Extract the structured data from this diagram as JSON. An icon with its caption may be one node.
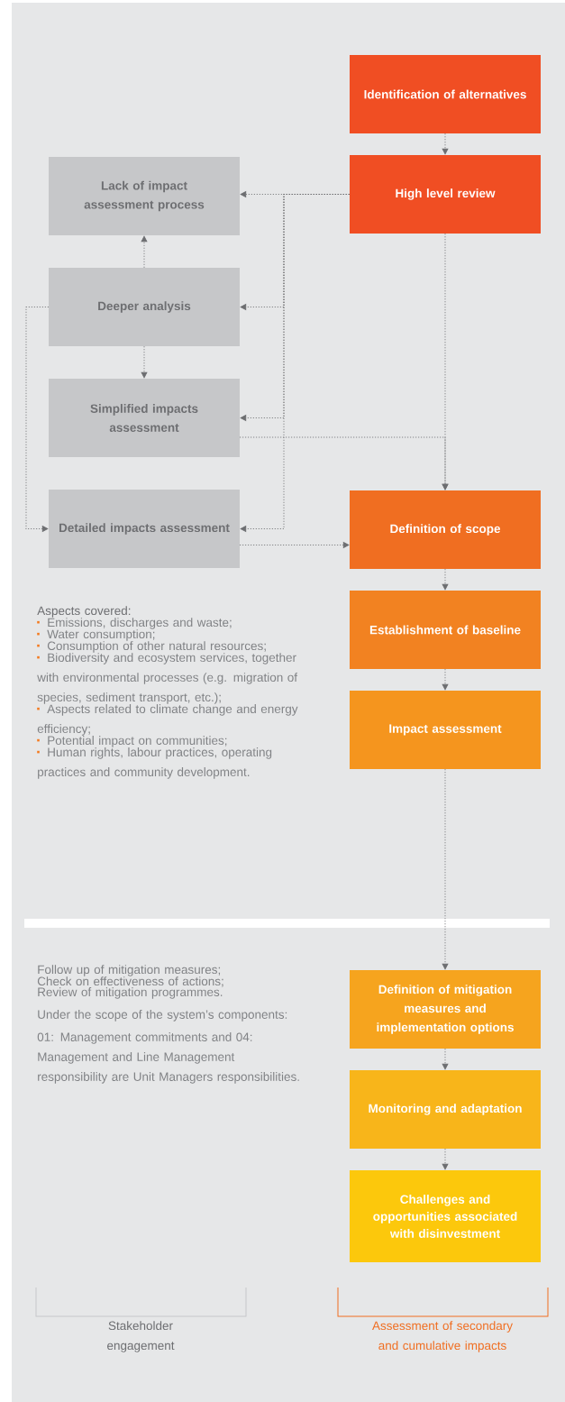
{
  "diagram": {
    "nodes": [
      {
        "text": [
          "Identification of alternatives"
        ]
      },
      {
        "text": [
          "High level review"
        ]
      },
      {
        "text": [
          "Lack of impact assessment process"
        ]
      },
      {
        "text": [
          "Deeper analysis"
        ]
      },
      {
        "text": [
          "Simplified impacts assessment"
        ]
      },
      {
        "text": [
          "Detailed impacts assessment"
        ]
      },
      {
        "text": [
          "Definition of scope"
        ]
      },
      {
        "text": [
          "Establishment of baseline"
        ]
      },
      {
        "text": [
          "Impact assessment"
        ]
      },
      {
        "text": [
          "Definition of mitigation measures and implementation options"
        ]
      },
      {
        "text": [
          "Monitoring and adaptation"
        ]
      },
      {
        "text": [
          "Challenges and opportunities associated with disinvestment"
        ]
      }
    ],
    "edges": [
      {
        "from": 0,
        "to": 1,
        "arrow": "to"
      },
      {
        "from": 1,
        "to": 2,
        "arrow": "to"
      },
      {
        "from": 1,
        "to": 3,
        "arrow": "to"
      },
      {
        "from": 1,
        "to": 4,
        "arrow": "to"
      },
      {
        "from": 1,
        "to": 5,
        "arrow": "to"
      },
      {
        "from": 3,
        "to": 2,
        "arrow": "to"
      },
      {
        "from": 3,
        "to": 4,
        "arrow": "to"
      },
      {
        "from": 3,
        "to": 5,
        "arrow": "to"
      },
      {
        "from": 1,
        "to": 6,
        "arrow": "to"
      },
      {
        "from": 4,
        "to": 6,
        "arrow": "to"
      },
      {
        "from": 5,
        "to": 6,
        "arrow": "to"
      },
      {
        "from": 6,
        "to": 7,
        "arrow": "to"
      },
      {
        "from": 7,
        "to": 8,
        "arrow": "to"
      },
      {
        "from": 8,
        "to": 9,
        "arrow": "to"
      },
      {
        "from": 9,
        "to": 10,
        "arrow": "to"
      },
      {
        "from": 10,
        "to": 11,
        "arrow": "to"
      }
    ],
    "labels": [
      "Aspects covered:",
      "Emissions, discharges and waste;",
      "Water consumption;",
      "Consumption of other natural resources;",
      "Biodiversity and ecosystem services, together with environmental processes (e.g. migration of species, sediment transport, etc.);",
      "Aspects related to climate change and energy efficiency;",
      "Potential impact on communities;",
      "Human rights, labour practices, operating practices and community development.",
      "Follow up of mitigation measures;",
      "Check on effectiveness of actions;",
      "Review of mitigation programmes.",
      "Under the scope of the system’s components:",
      "01: Management commitments and 04: Management and Line Management responsibility are Unit Managers responsibilities.",
      "Stakeholder engagement",
      "Assessment of secondary and cumulative impacts"
    ]
  }
}
